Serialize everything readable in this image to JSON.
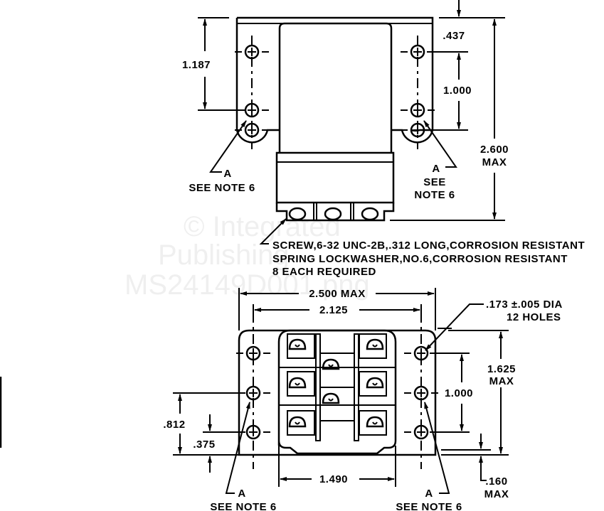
{
  "top_view": {
    "dim_1187": "1.187",
    "dim_437": ".437",
    "dim_1000": "1.000",
    "dim_2600": "2.600",
    "dim_2600_max": "MAX",
    "left_callout_a": "A",
    "left_callout_note": "SEE NOTE 6",
    "right_callout_a": "A",
    "right_callout_see": "SEE",
    "right_callout_note": "NOTE 6",
    "screw_note": [
      "SCREW,6-32 UNC-2B,.312 LONG,CORROSION RESISTANT",
      "SPRING LOCKWASHER,NO.6,CORROSION RESISTANT",
      "8 EACH REQUIRED"
    ]
  },
  "bottom_view": {
    "dim_2500": "2.500 MAX",
    "dim_2125": "2.125",
    "hole_note": ".173 ±.005 DIA",
    "hole_count": "12 HOLES",
    "dim_1625": "1.625",
    "dim_1625_max": "MAX",
    "dim_1000": "1.000",
    "dim_812": ".812",
    "dim_375": ".375",
    "dim_1490": "1.490",
    "dim_160": ".160",
    "dim_160_max": "MAX",
    "left_callout_a": "A",
    "left_callout_note": "SEE NOTE 6",
    "right_callout_a": "A",
    "right_callout_note": "SEE NOTE 6"
  },
  "watermark": [
    "© Integrated",
    "Publishing",
    "MS24149D001.png"
  ]
}
